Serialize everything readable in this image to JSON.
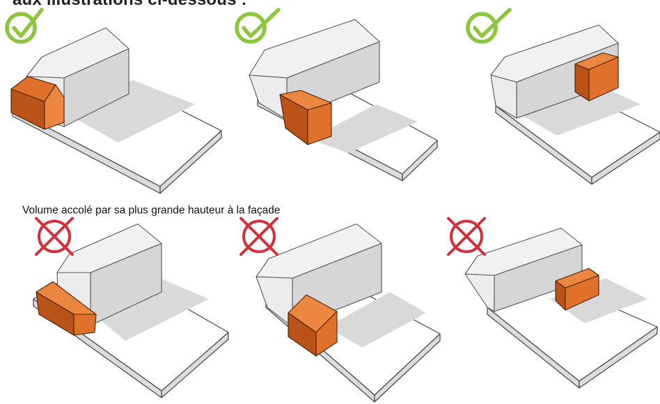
{
  "intro_text": "aux illustrations ci-dessous :",
  "caption": "Volume accolé par sa plus grande hauteur à la façade",
  "examples": [
    {
      "status": "correct",
      "icon": "check-icon"
    },
    {
      "status": "correct",
      "icon": "check-icon"
    },
    {
      "status": "correct",
      "icon": "check-icon"
    },
    {
      "status": "incorrect",
      "icon": "cross-circle-icon"
    },
    {
      "status": "incorrect",
      "icon": "cross-circle-icon"
    },
    {
      "status": "incorrect",
      "icon": "cross-circle-icon"
    }
  ],
  "colors": {
    "check": "#8cc63f",
    "cross": "#d2313c",
    "extension": "#e0712a"
  }
}
